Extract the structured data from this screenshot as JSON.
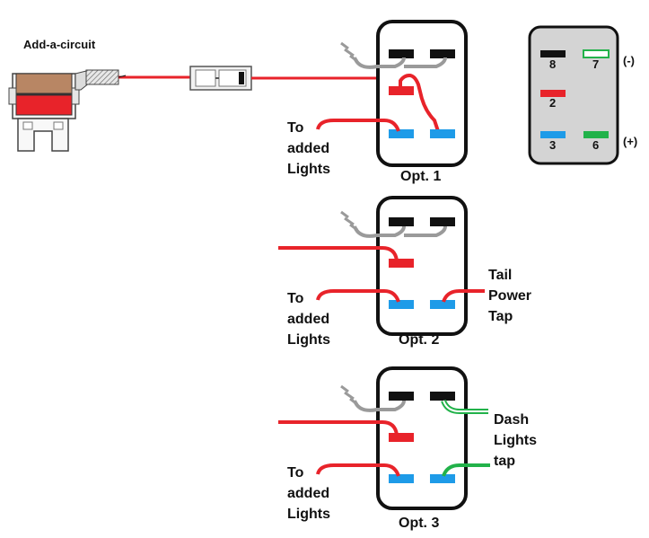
{
  "header": {
    "title": "Add-a-circuit"
  },
  "colors": {
    "hot": "#e8232a",
    "ground": "#9a9a9a",
    "contact_black": "#111111",
    "contact_blue": "#1e9be8",
    "contact_red": "#e8232a",
    "contact_green": "#22b24a",
    "switch_outline": "#111111",
    "pinout_fill": "#d4d4d4",
    "fuse_top": "#b88664",
    "fuse_bottom": "#e8232a"
  },
  "icons": [
    "fuse-tap-icon",
    "inline-fuse-holder-icon",
    "ground-symbol-icon",
    "rocker-switch-icon"
  ],
  "pinout": {
    "pins": [
      {
        "num": "8",
        "color": "black"
      },
      {
        "num": "7",
        "color": "green-outline"
      },
      {
        "num": "2",
        "color": "red"
      },
      {
        "num": "3",
        "color": "blue"
      },
      {
        "num": "6",
        "color": "green"
      }
    ],
    "neg": "(-)",
    "pos": "(+)"
  },
  "options": [
    {
      "name": "Opt. 1",
      "left_label": [
        "To",
        "added",
        "Lights"
      ],
      "right_label": []
    },
    {
      "name": "Opt. 2",
      "left_label": [
        "To",
        "added",
        "Lights"
      ],
      "right_label": [
        "Tail",
        "Power",
        "Tap"
      ]
    },
    {
      "name": "Opt. 3",
      "left_label": [
        "To",
        "added",
        "Lights"
      ],
      "right_label": [
        "Dash",
        "Lights",
        "tap"
      ]
    }
  ]
}
